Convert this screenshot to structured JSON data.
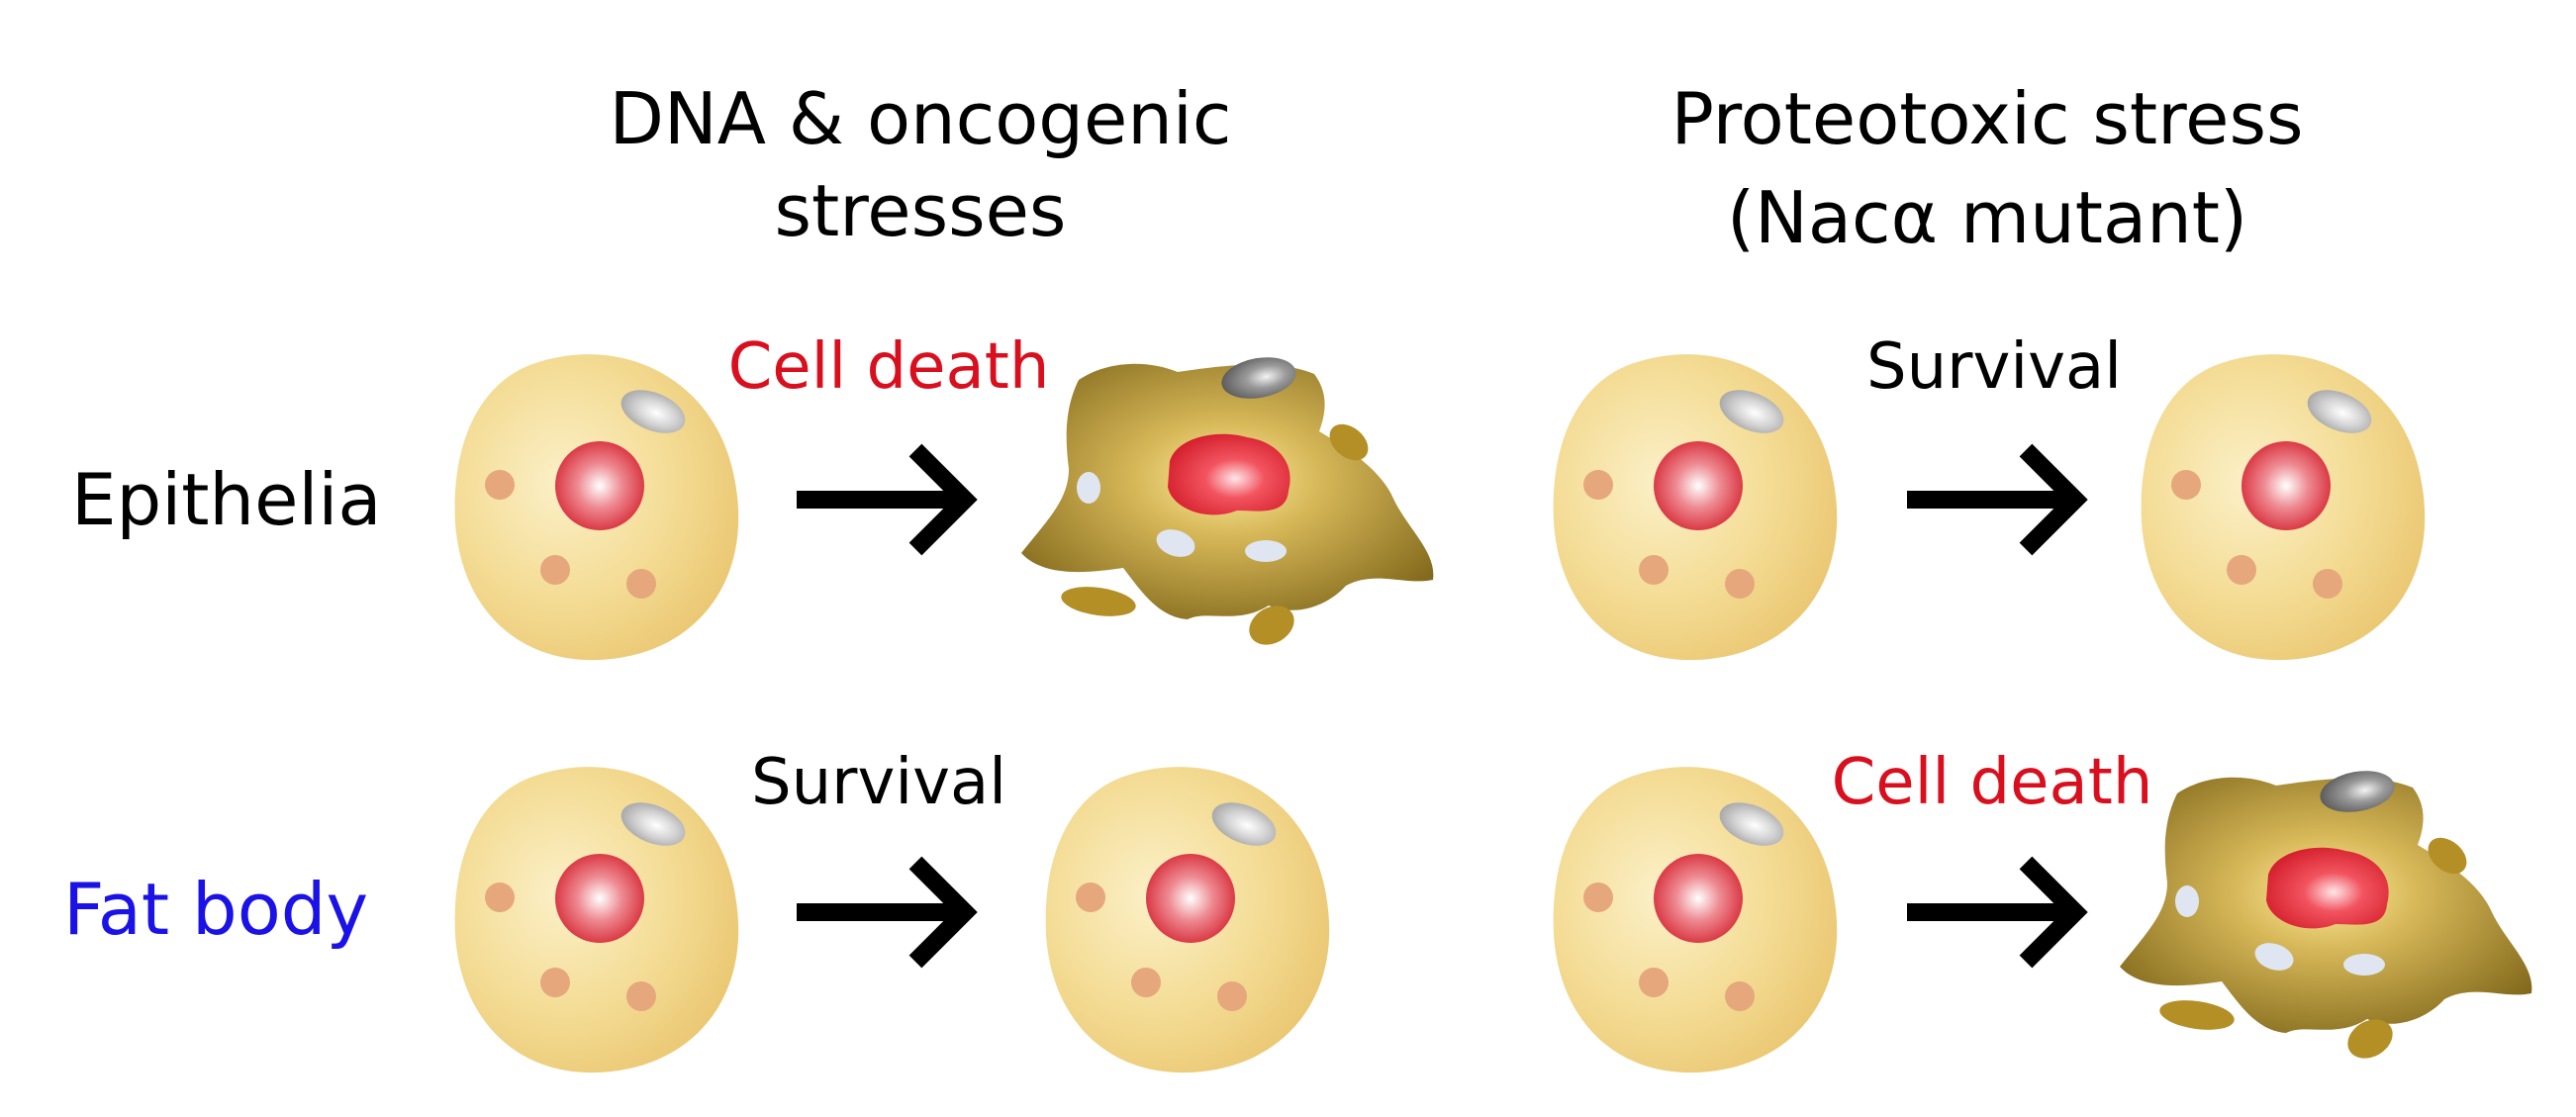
{
  "columns": [
    {
      "title_lines": [
        "DNA & oncogenic",
        "stresses"
      ]
    },
    {
      "title_lines": [
        "Proteotoxic stress",
        "(Nacα mutant)"
      ]
    }
  ],
  "rows": [
    {
      "label": "Epithelia",
      "color": "#000000"
    },
    {
      "label": "Fat body",
      "color": "#1a12e6"
    }
  ],
  "outcomes": {
    "epithelia_dna": {
      "text": "Cell death",
      "color": "#d90f1e",
      "result": "dead"
    },
    "epithelia_proteotoxic": {
      "text": "Survival",
      "color": "#000000",
      "result": "alive"
    },
    "fatbody_dna": {
      "text": "Survival",
      "color": "#000000",
      "result": "alive"
    },
    "fatbody_proteotoxic": {
      "text": "Cell death",
      "color": "#d90f1e",
      "result": "dead"
    }
  },
  "colors": {
    "cell_fill": "#f2d88e",
    "nucleus": "#e0323e",
    "dead_cell": "#8d7420",
    "vacuole": "#dfe6f2",
    "granule": "#e5a77b",
    "arrow": "#000000"
  }
}
